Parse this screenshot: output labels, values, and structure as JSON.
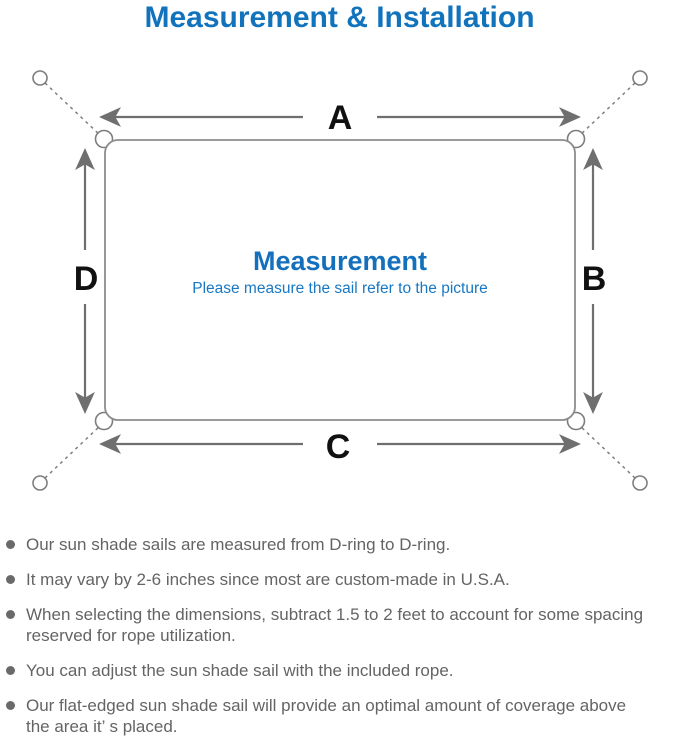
{
  "title": "Measurement & Installation",
  "colors": {
    "accent_blue": "#1273bd",
    "subtitle_blue": "#1878c4",
    "line_gray": "#7d7d7d",
    "note_gray": "#646464"
  },
  "diagram": {
    "labels": {
      "top": "A",
      "right": "B",
      "bottom": "C",
      "left": "D"
    },
    "center_title": "Measurement",
    "center_subtitle": "Please measure the sail refer to the picture"
  },
  "notes": [
    {
      "lines": [
        "Our sun shade sails are measured from D-ring to D-ring."
      ]
    },
    {
      "lines": [
        "It may vary by 2-6 inches since most are custom-made in U.S.A."
      ]
    },
    {
      "lines": [
        "When selecting the dimensions, subtract 1.5 to 2 feet to account for some spacing",
        "reserved for rope utilization."
      ]
    },
    {
      "lines": [
        "You can adjust the sun shade sail with the included rope."
      ]
    },
    {
      "lines": [
        "Our flat-edged sun shade sail will provide an optimal amount of coverage above",
        "the area it’ s placed."
      ]
    }
  ]
}
